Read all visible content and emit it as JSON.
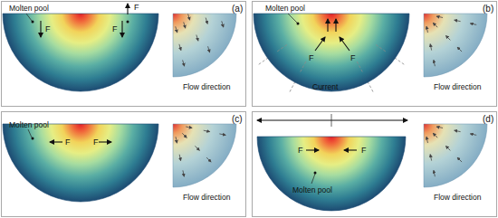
{
  "diagram": {
    "nodes": [
      {
        "text": [
          "(a)",
          "Molten pool",
          "F",
          "F",
          "F",
          "Flow direction"
        ]
      },
      {
        "text": [
          "(b)",
          "Molten pool",
          "F",
          "F",
          "Current",
          "Flow direction"
        ]
      },
      {
        "text": [
          "(c)",
          "Molten pool",
          "F",
          "F",
          "Flow direction"
        ]
      },
      {
        "text": [
          "(d)",
          "Molten pool",
          "F",
          "F",
          "Flow direction"
        ]
      }
    ]
  }
}
